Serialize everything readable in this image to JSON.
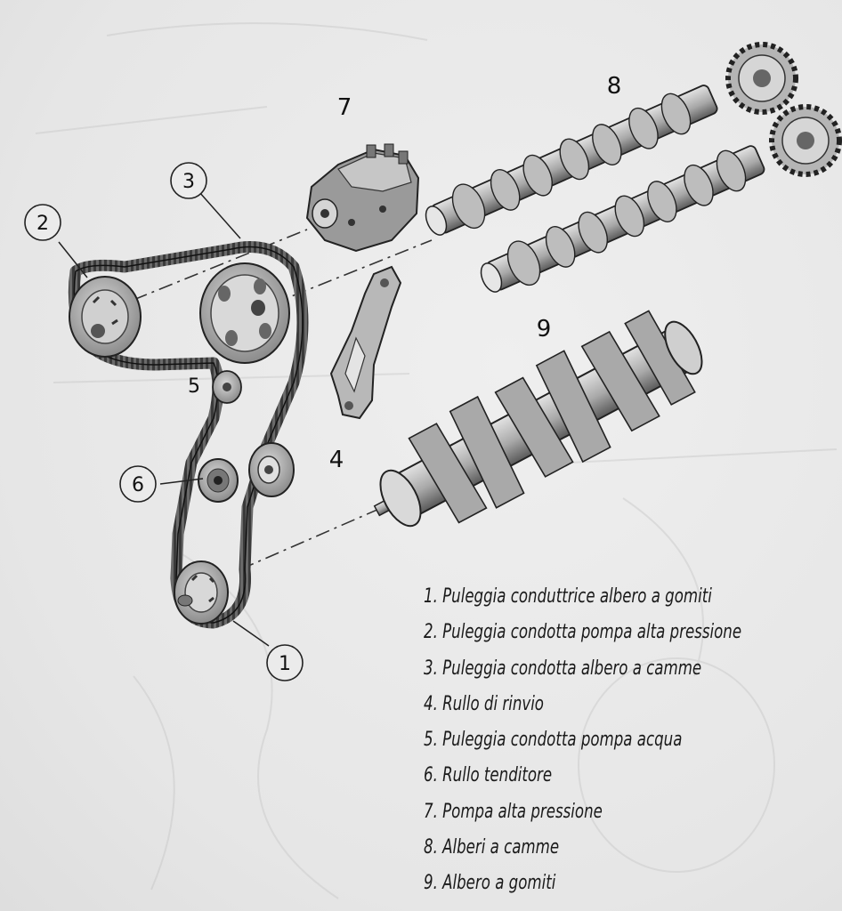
{
  "diagram": {
    "part_numbers": {
      "p3": "3",
      "p2": "2",
      "p7": "7",
      "p8": "8",
      "p9": "9",
      "p5": "5",
      "p4": "4",
      "p6": "6",
      "p1": "1"
    }
  },
  "legend": {
    "items": [
      "1. Puleggia conduttrice albero a gomiti",
      "2. Puleggia condotta pompa alta pressione",
      "3. Puleggia condotta albero a camme",
      "4. Rullo di rinvio",
      "5. Puleggia condotta pompa acqua",
      "6. Rullo tenditore",
      "7. Pompa alta pressione",
      "8. Alberi a camme",
      "9. Albero a gomiti"
    ]
  },
  "colors": {
    "paper": "#ebebeb",
    "ink": "#1a1a1a",
    "shade": "#8a8a8a"
  }
}
